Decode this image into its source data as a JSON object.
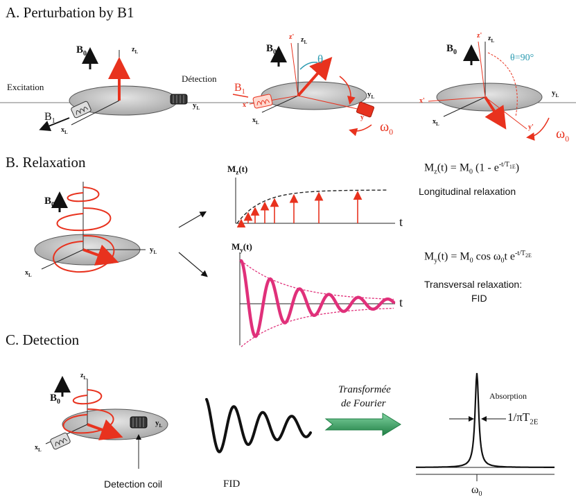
{
  "sections": {
    "a_title": "A. Perturbation by B1",
    "b_title": "B. Relaxation",
    "c_title": "C. Detection"
  },
  "panel_a": {
    "b0": "B",
    "b0_sub": "0",
    "zl": "z",
    "zl_sub": "L",
    "yl": "y",
    "yl_sub": "L",
    "xl": "x",
    "xl_sub": "L",
    "excitation": "Excitation",
    "detection": "Détection",
    "b1": "B",
    "b1_sub": "1",
    "theta": "θ",
    "theta90": "θ=90°",
    "omega": "ω",
    "omega_sub": "0",
    "zprime": "z'",
    "yprime": "y'",
    "xprime": "x'"
  },
  "panel_b": {
    "mz_label": "M",
    "mz_sub": "z",
    "mz_t": "(t)",
    "my_label": "M",
    "my_sub": "y",
    "my_t": "(t)",
    "t_axis": "t",
    "mz_eq_left": "M",
    "mz_eq_sub": "z",
    "mz_eq_rest": "(t) = M",
    "mz_eq_sub0": "0",
    "mz_eq_tail": " (1 - e",
    "mz_eq_exp": "-t/T",
    "mz_eq_exp_sub": "1E",
    "mz_eq_close": ")",
    "long_relax": "Longitudinal relaxation",
    "my_eq_left": "M",
    "my_eq_sub": "y",
    "my_eq_rest": "(t) = M",
    "my_eq_sub0": "0",
    "my_eq_cos": " cos ω",
    "my_eq_cos_sub": "0",
    "my_eq_t": "t e",
    "my_eq_exp": "-t/T",
    "my_eq_exp_sub": "2E",
    "trans_relax_1": "Transversal relaxation:",
    "trans_relax_2": "FID"
  },
  "panel_c": {
    "detection_coil": "Detection coil",
    "fid": "FID",
    "transform_1": "Transformée",
    "transform_2": "de Fourier",
    "absorption": "Absorption",
    "linewidth": "1/πT",
    "linewidth_sub": "2E",
    "omega0": "ω",
    "omega0_sub": "0"
  },
  "colors": {
    "red": "#e8321e",
    "pink": "#e0307a",
    "green": "#2e9a55",
    "disk": "#c8c8c8"
  }
}
